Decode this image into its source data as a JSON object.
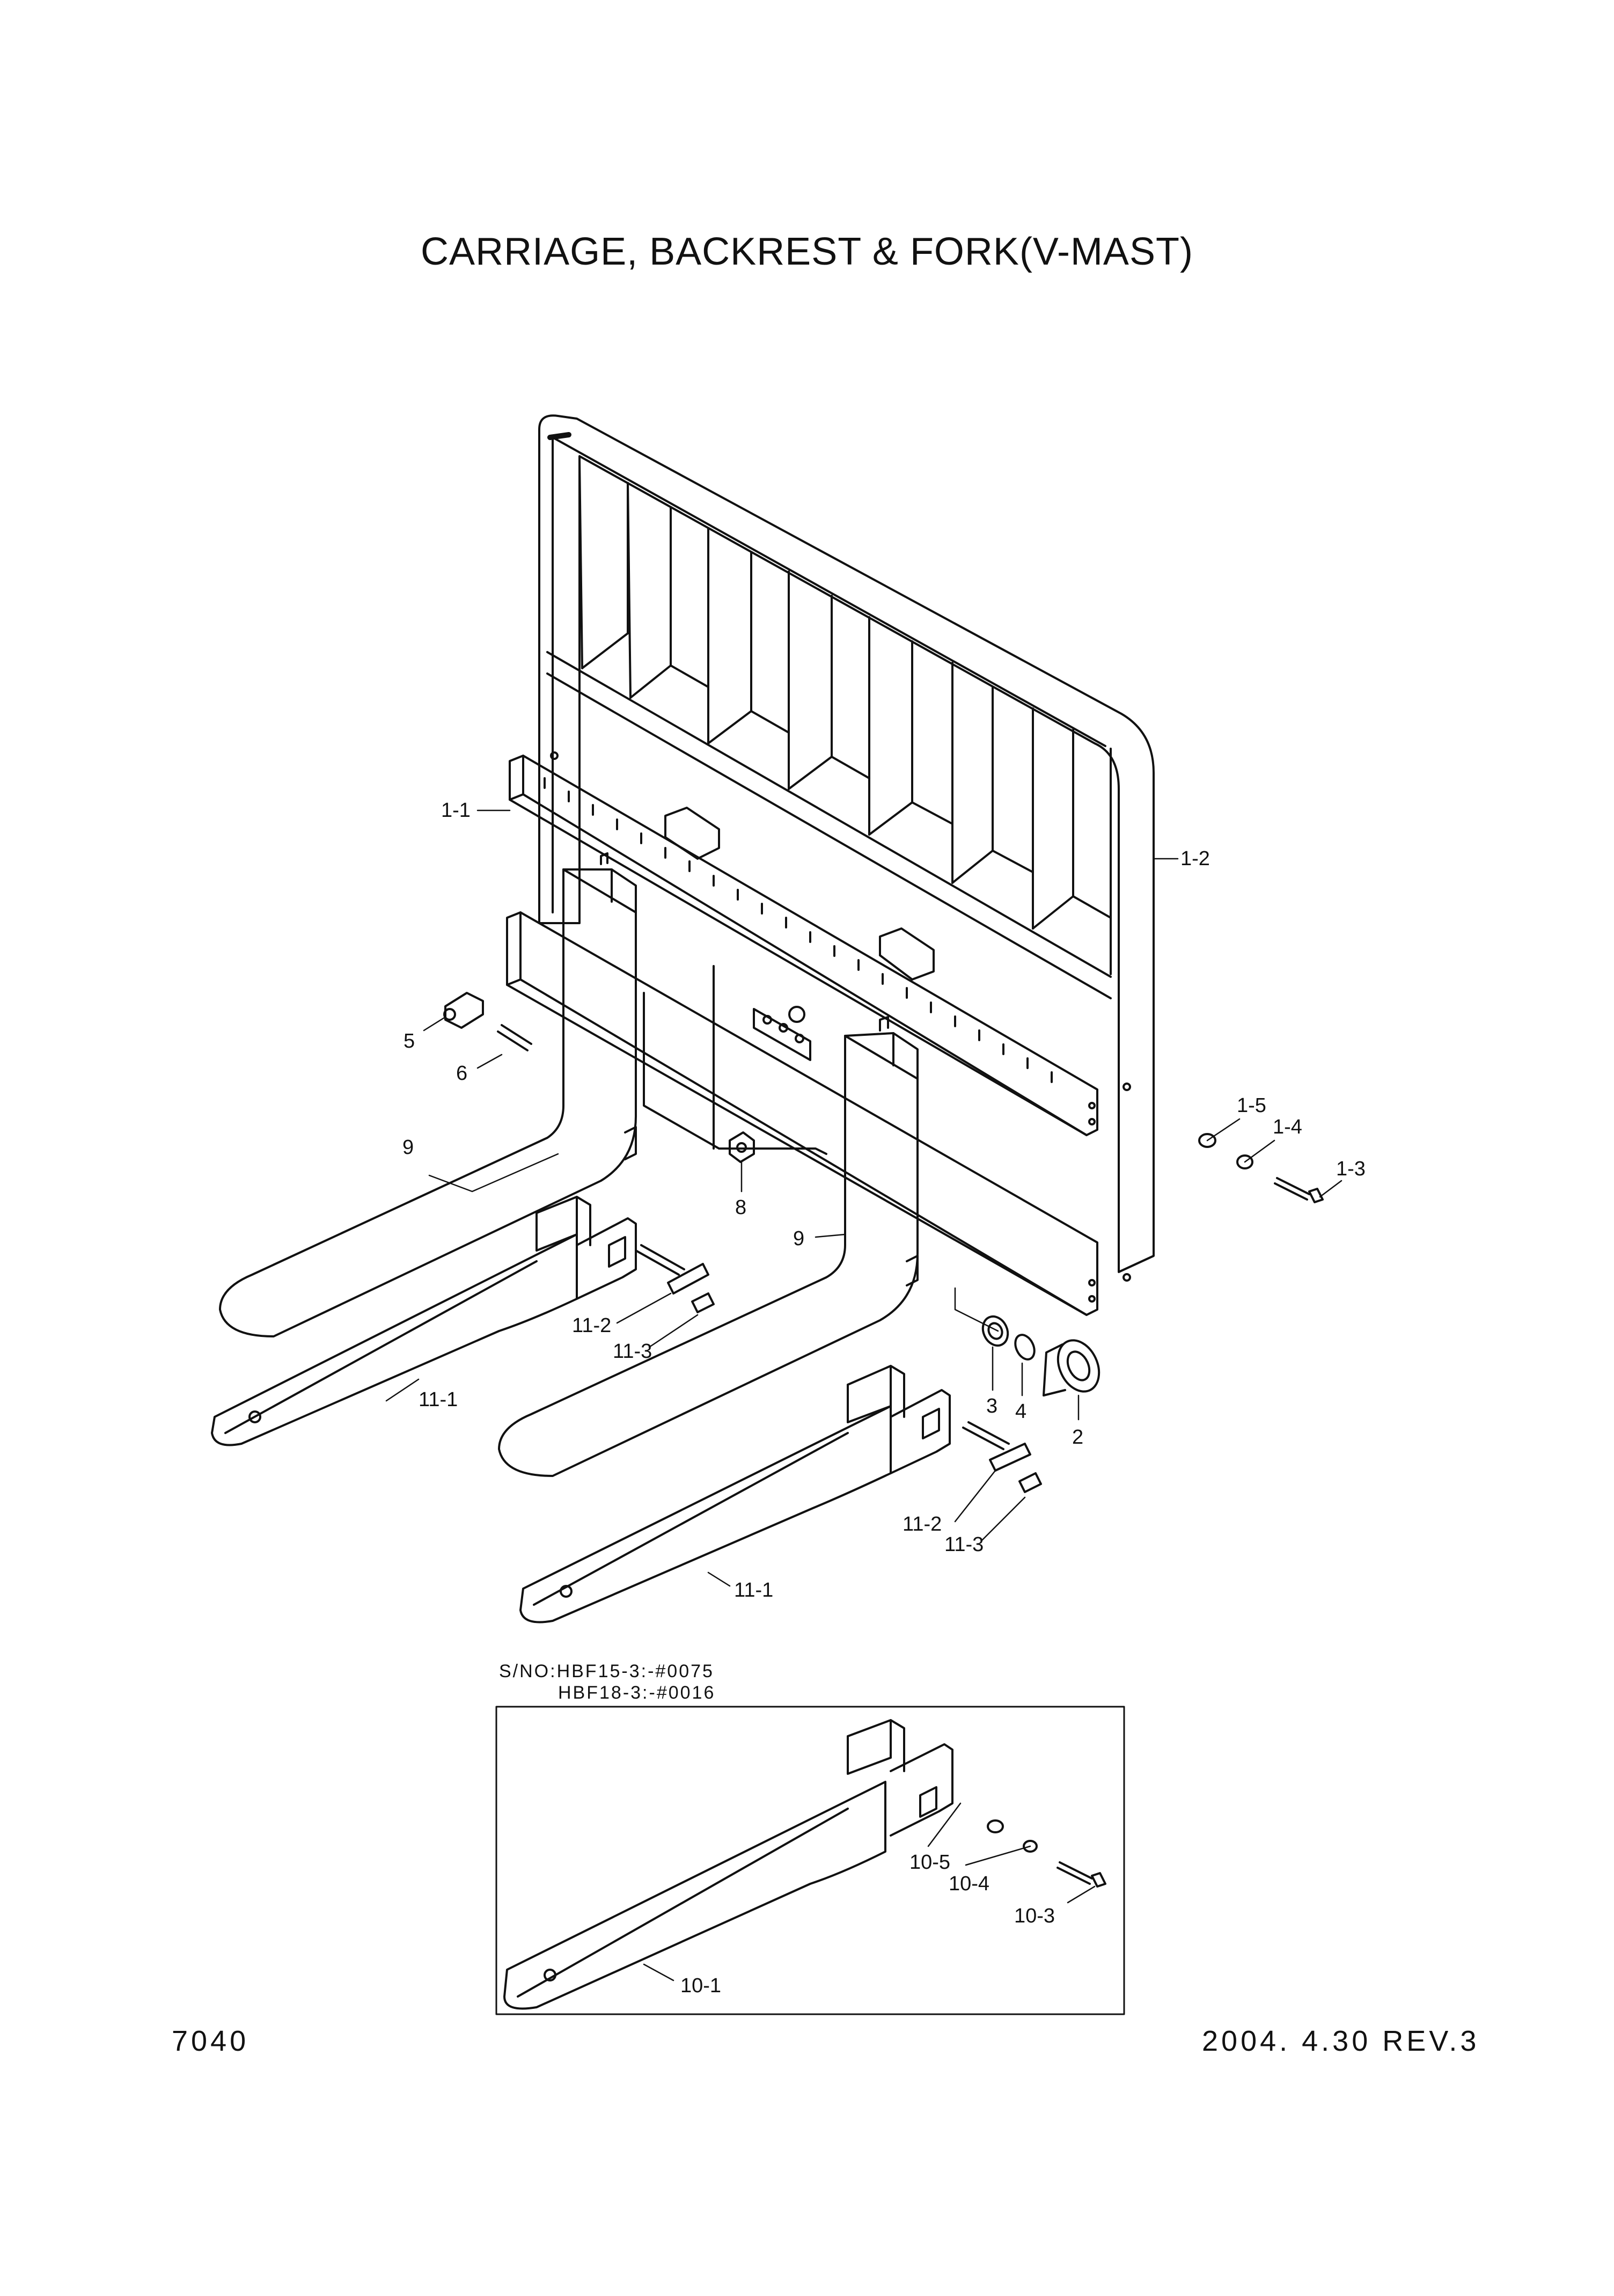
{
  "title": "CARRIAGE, BACKREST & FORK(V-MAST)",
  "page_number": "7040",
  "date_revision": "2004. 4.30 REV.3",
  "serial_note": {
    "line1": "S/NO:HBF15-3:-#0075",
    "line2": "HBF18-3:-#0016"
  },
  "callouts": {
    "c1_1": "1-1",
    "c1_2": "1-2",
    "c1_3": "1-3",
    "c1_4": "1-4",
    "c1_5": "1-5",
    "c2": "2",
    "c3": "3",
    "c4": "4",
    "c5": "5",
    "c6": "6",
    "c8": "8",
    "c9": "9",
    "c10_1": "10-1",
    "c10_3": "10-3",
    "c10_4": "10-4",
    "c10_5": "10-5",
    "c11_1": "11-1",
    "c11_2": "11-2",
    "c11_3": "11-3"
  }
}
